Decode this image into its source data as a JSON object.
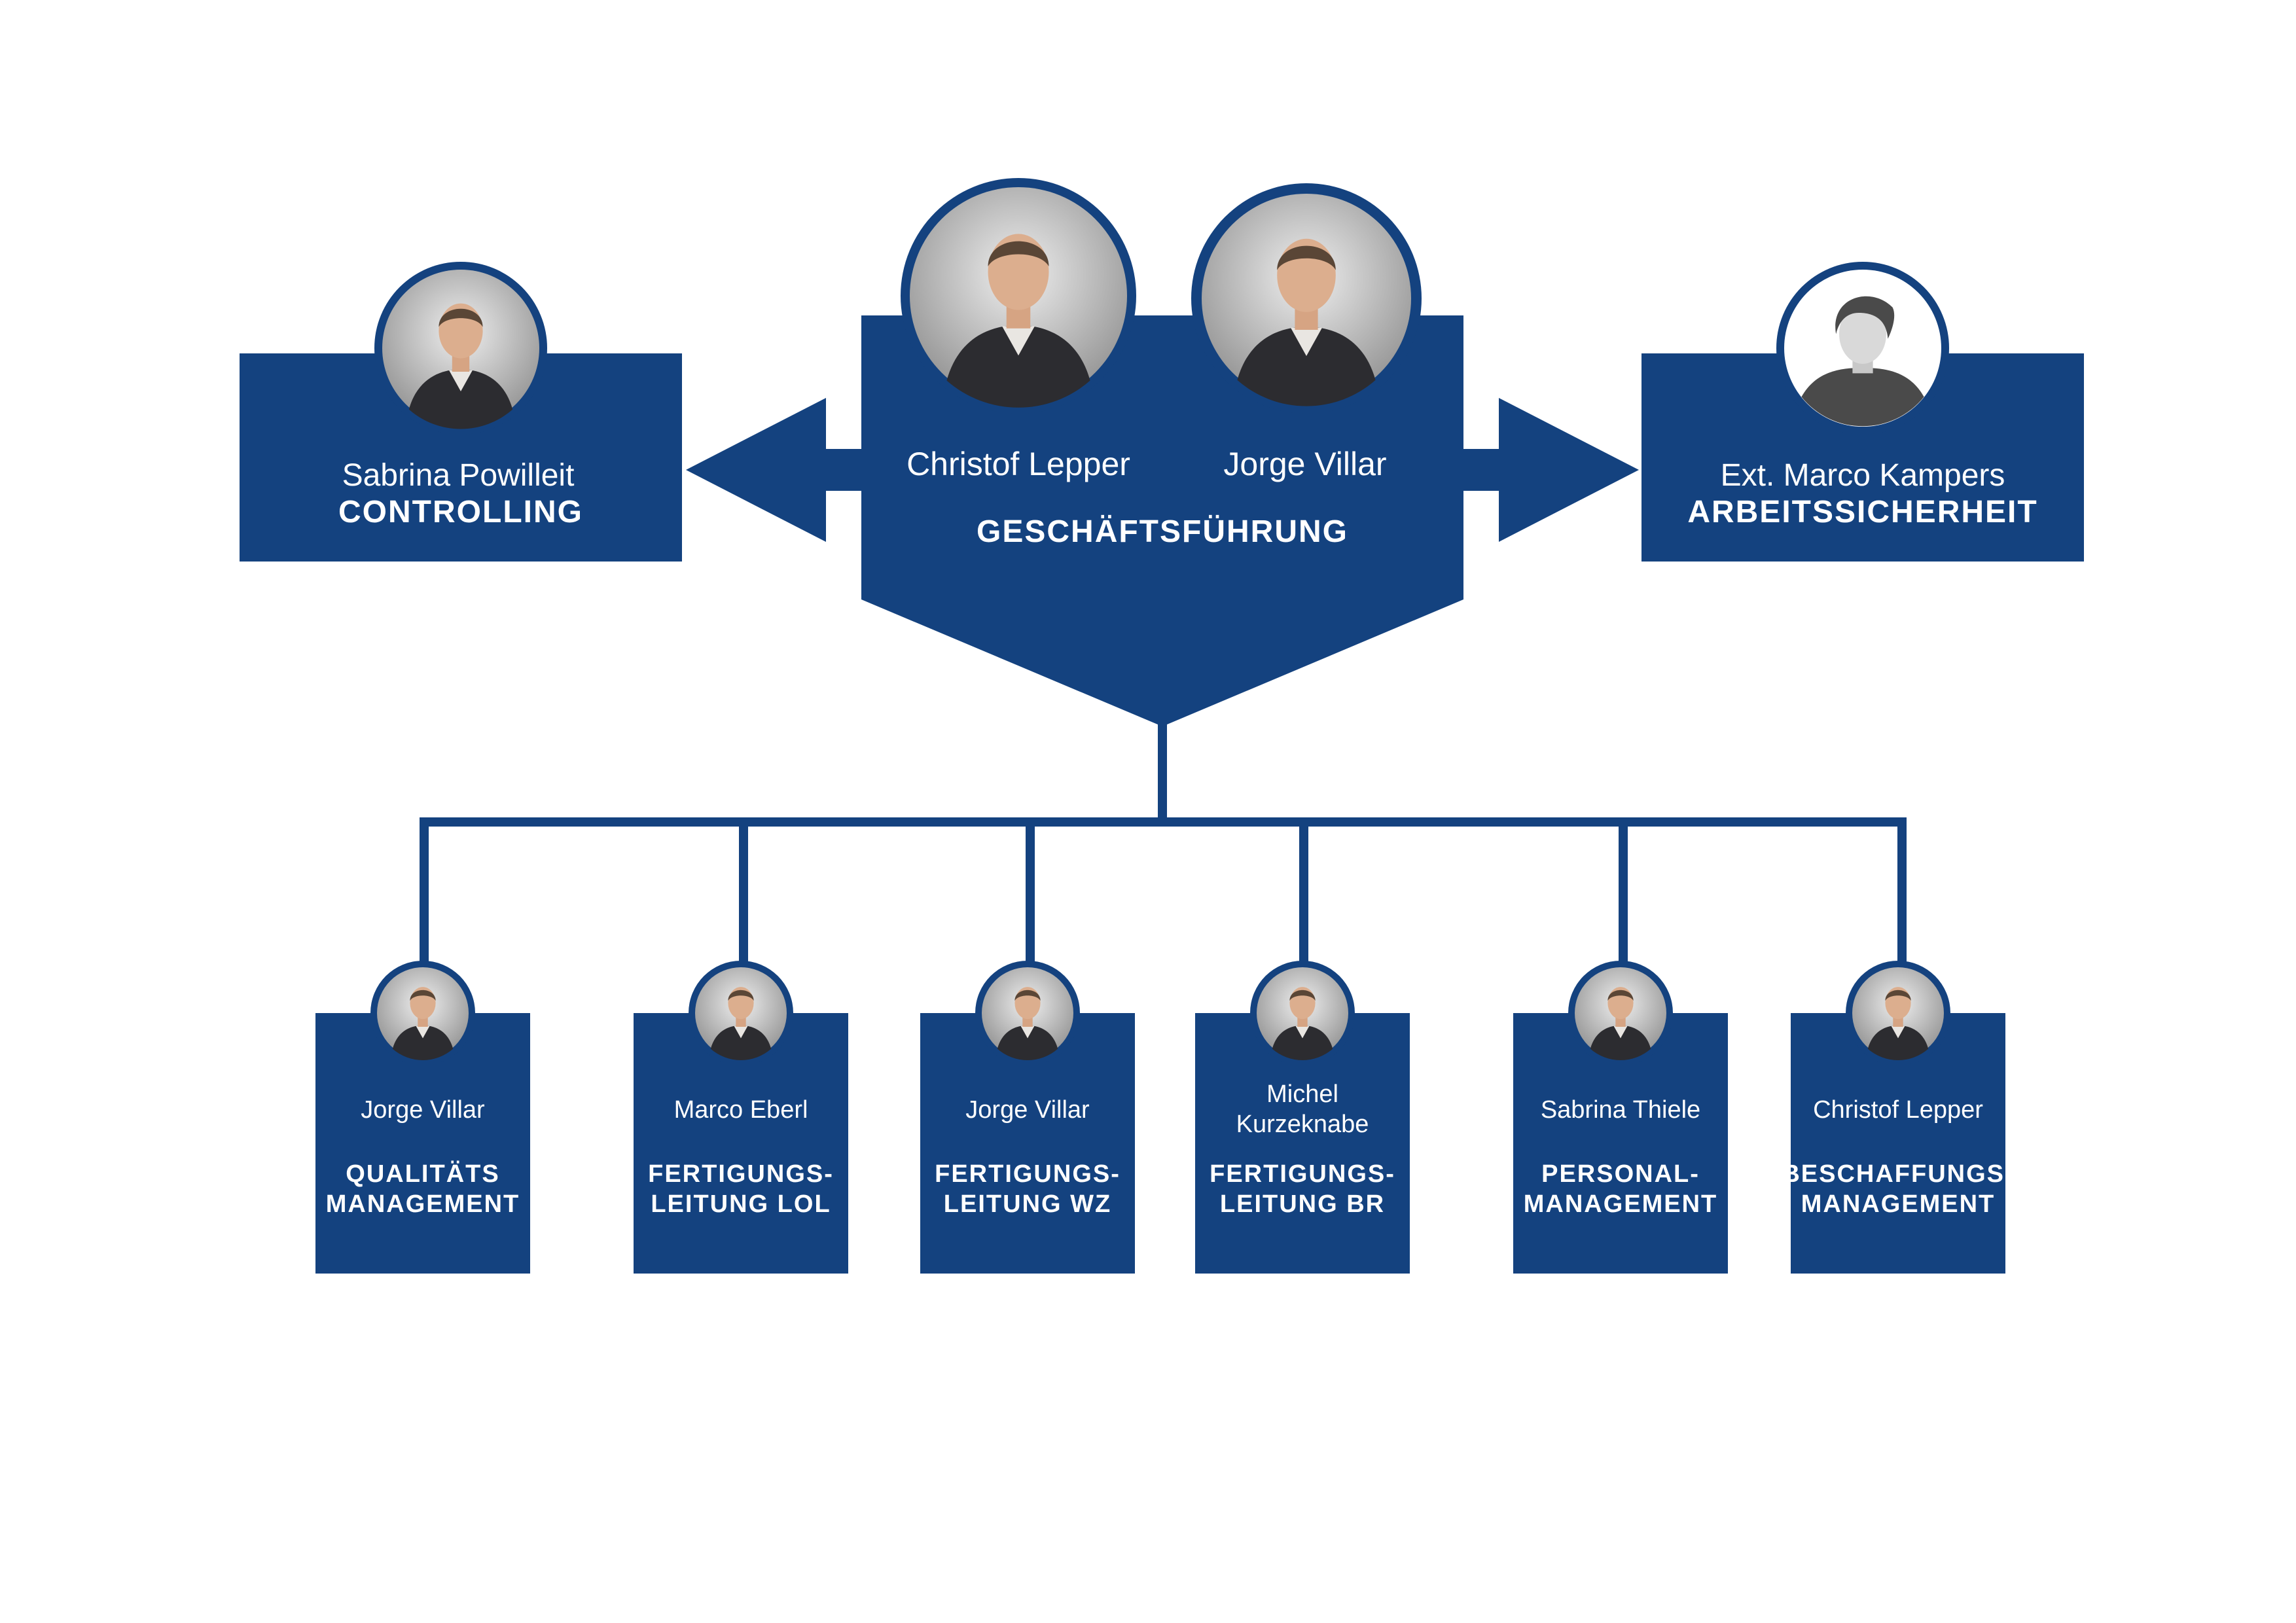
{
  "colors": {
    "primary": "#14427f",
    "background": "#ffffff",
    "text": "#ffffff"
  },
  "management": {
    "people": [
      {
        "name": "Christof Lepper",
        "icon": "portrait-photo"
      },
      {
        "name": "Jorge Villar",
        "icon": "portrait-photo"
      }
    ],
    "role": "GESCHÄFTSFÜHRUNG"
  },
  "staff_left": {
    "name": "Sabrina Powilleit",
    "role": "CONTROLLING",
    "icon": "portrait-photo"
  },
  "staff_right": {
    "name": "Ext. Marco Kampers",
    "role": "ARBEITSSICHERHEIT",
    "icon": "user-placeholder-icon"
  },
  "departments": [
    {
      "name": [
        "Jorge Villar"
      ],
      "role": [
        "QUALITÄTS",
        "MANAGEMENT"
      ],
      "icon": "portrait-photo"
    },
    {
      "name": [
        "Marco Eberl"
      ],
      "role": [
        "FERTIGUNGS-",
        "LEITUNG LOL"
      ],
      "icon": "portrait-photo"
    },
    {
      "name": [
        "Jorge Villar"
      ],
      "role": [
        "FERTIGUNGS-",
        "LEITUNG WZ"
      ],
      "icon": "portrait-photo"
    },
    {
      "name": [
        "Michel",
        "Kurzeknabe"
      ],
      "role": [
        "FERTIGUNGS-",
        "LEITUNG BR"
      ],
      "icon": "portrait-photo"
    },
    {
      "name": [
        "Sabrina Thiele"
      ],
      "role": [
        "PERSONAL-",
        "MANAGEMENT"
      ],
      "icon": "portrait-photo"
    },
    {
      "name": [
        "Christof Lepper"
      ],
      "role": [
        "BESCHAFFUNGS-",
        "MANAGEMENT"
      ],
      "icon": "portrait-photo"
    }
  ]
}
